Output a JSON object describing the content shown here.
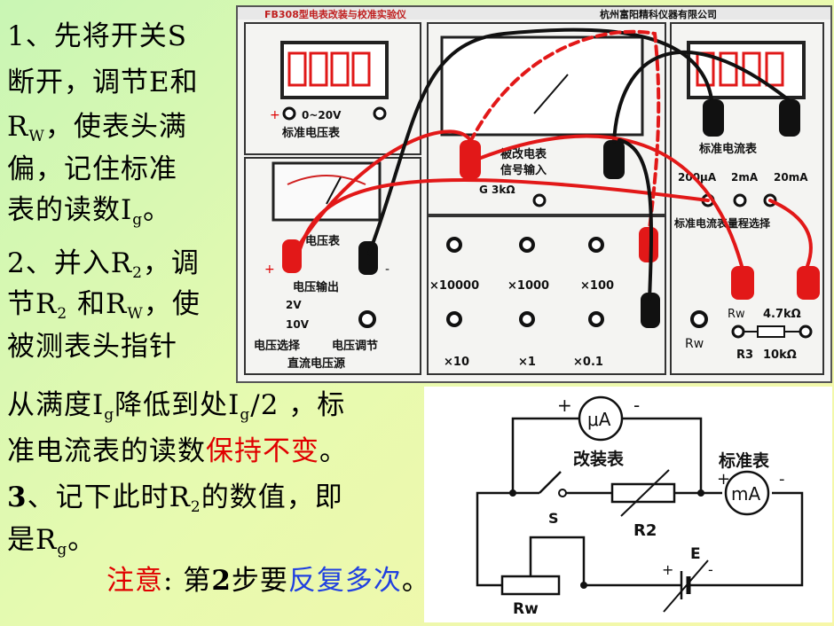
{
  "steps": {
    "step1": {
      "line1": "1、先将开关S",
      "line2": "断开，调节E和",
      "line3_prefix": "R",
      "line3_sub": "W",
      "line3_rest": "，使表头满",
      "line4": "偏，记住标准",
      "line5_prefix": "表的读数I",
      "line5_sub": "g",
      "line5_rest": "。"
    },
    "step2": {
      "line1_prefix": "2、并入R",
      "line1_sub": "2",
      "line1_rest": "，调",
      "line2_prefix": "节R",
      "line2_sub": "2",
      "line2_mid": " 和R",
      "line2_sub2": "W",
      "line2_rest": "，使",
      "line3": "被测表头指针",
      "line4_prefix": "从满度I",
      "line4_sub": "g",
      "line4_mid": "降低到处I",
      "line4_sub2": "g",
      "line4_rest": "/2 ，标",
      "line5_prefix": "准电流表的读数",
      "line5_red": "保持不变",
      "line5_rest": "。"
    },
    "step3": {
      "num": "3",
      "line1_prefix": "、记下此时R",
      "line1_sub": "2",
      "line1_rest": "的数值，即",
      "line2_prefix": "是R",
      "line2_sub": "g",
      "line2_rest": "。"
    },
    "note": {
      "label": "注意",
      "colon": ": 第",
      "num": "2",
      "mid": "步要",
      "blue": "反复多次",
      "end": "。"
    }
  },
  "photo": {
    "header_left": "FB308型电表改装与校准实验仪",
    "header_right": "杭州富阳精科仪器有限公司",
    "std_voltmeter_range": "0~20V",
    "std_voltmeter_label": "标准电压表",
    "meter_signal_label_1": "被改电表",
    "meter_signal_label_2": "信号输入",
    "g_resistor": "G 3kΩ",
    "std_ammeter_label": "标准电流表",
    "range_options": [
      "200μA",
      "2mA",
      "20mA"
    ],
    "range_label": "标准电流表量程选择",
    "voltmeter_label": "电压表",
    "voltage_output": "电压输出",
    "option_2v": "2V",
    "option_10v": "10V",
    "voltage_select": "电压选择",
    "voltage_adjust": "电压调节",
    "dc_source": "直流电压源",
    "multipliers": [
      "×10000",
      "×1000",
      "×100",
      "×10",
      "×1",
      "×0.1"
    ],
    "rw_label": "Rw",
    "rw_value": "4.7kΩ",
    "r3_label": "R3",
    "r3_value": "10kΩ",
    "rw_knob": "Rw",
    "plus": "+",
    "minus": "-"
  },
  "schematic": {
    "modified_meter_label": "改装表",
    "standard_meter_label": "标准表",
    "ua_symbol": "μA",
    "ma_symbol": "mA",
    "switch_label": "S",
    "r2_label": "R2",
    "rw_label": "Rw",
    "e_label": "E",
    "plus": "+",
    "minus": "-"
  }
}
